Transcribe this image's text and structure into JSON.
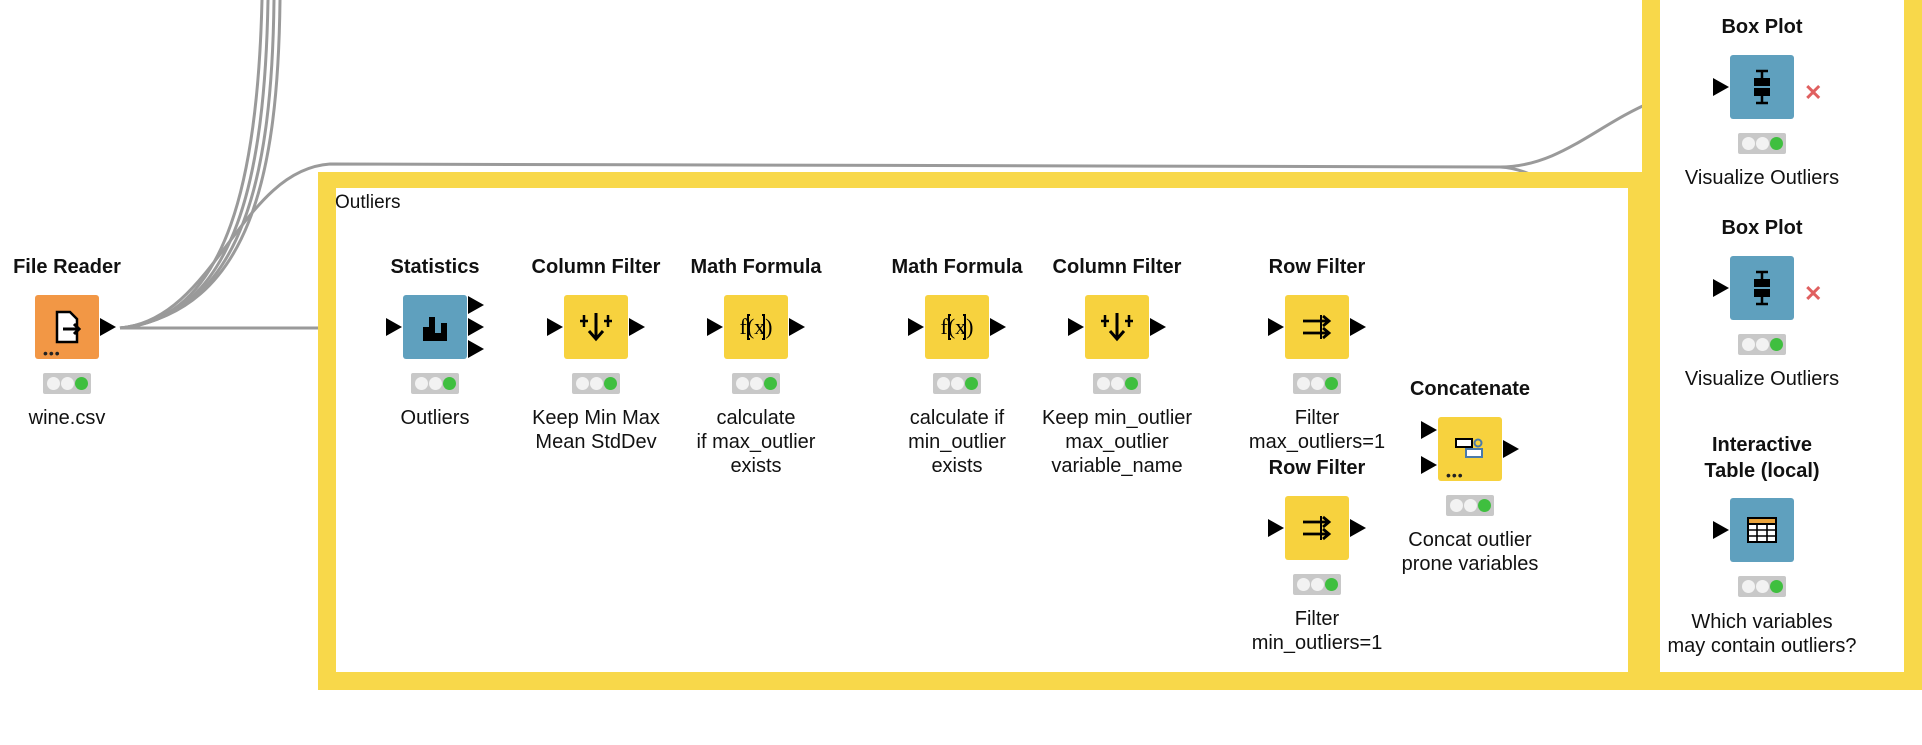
{
  "canvas": {
    "background": "#ffffff",
    "annotation_color": "#f8d84a",
    "wire_color": "#9a9a9a",
    "annotations": [
      {
        "id": "outliers",
        "label": "Outliers"
      },
      {
        "id": "right",
        "label": ""
      }
    ]
  },
  "nodes": [
    {
      "id": "file-reader",
      "title": "File Reader",
      "caption": [
        "wine.csv"
      ],
      "icon": "file-reader-icon",
      "color": "#f29745"
    },
    {
      "id": "statistics",
      "title": "Statistics",
      "caption": [
        "Outliers"
      ],
      "icon": "statistics-icon",
      "color": "#5fa0be"
    },
    {
      "id": "column-filter-1",
      "title": "Column Filter",
      "caption": [
        "Keep Min Max",
        "Mean StdDev"
      ],
      "icon": "column-filter-icon",
      "color": "#f7d23e"
    },
    {
      "id": "math-formula-1",
      "title": "Math Formula",
      "caption": [
        "calculate",
        "if max_outlier",
        "exists"
      ],
      "icon": "math-formula-icon",
      "color": "#f7d23e"
    },
    {
      "id": "math-formula-2",
      "title": "Math Formula",
      "caption": [
        "calculate if",
        "min_outlier",
        "exists"
      ],
      "icon": "math-formula-icon",
      "color": "#f7d23e"
    },
    {
      "id": "column-filter-2",
      "title": "Column Filter",
      "caption": [
        "Keep min_outlier",
        "max_outlier",
        "variable_name"
      ],
      "icon": "column-filter-icon",
      "color": "#f7d23e"
    },
    {
      "id": "row-filter-1",
      "title": "Row Filter",
      "caption": [
        "Filter",
        "max_outliers=1"
      ],
      "icon": "row-filter-icon",
      "color": "#f7d23e"
    },
    {
      "id": "row-filter-2",
      "title": "Row Filter",
      "caption": [
        "Filter",
        "min_outliers=1"
      ],
      "icon": "row-filter-icon",
      "color": "#f7d23e"
    },
    {
      "id": "concatenate",
      "title": "Concatenate",
      "caption": [
        "Concat outlier",
        "prone variables"
      ],
      "icon": "concatenate-icon",
      "color": "#f7d23e"
    },
    {
      "id": "box-plot-1",
      "title": "Box Plot",
      "caption": [
        "Visualize Outliers"
      ],
      "icon": "box-plot-icon",
      "color": "#5fa0be"
    },
    {
      "id": "box-plot-2",
      "title": "Box Plot",
      "caption": [
        "Visualize Outliers"
      ],
      "icon": "box-plot-icon",
      "color": "#5fa0be"
    },
    {
      "id": "interactive-table",
      "title": "Interactive Table (local)",
      "title_lines": [
        "Interactive",
        "Table (local)"
      ],
      "caption": [
        "Which variables",
        "may contain outliers?"
      ],
      "icon": "table-icon",
      "color": "#5fa0be"
    }
  ]
}
